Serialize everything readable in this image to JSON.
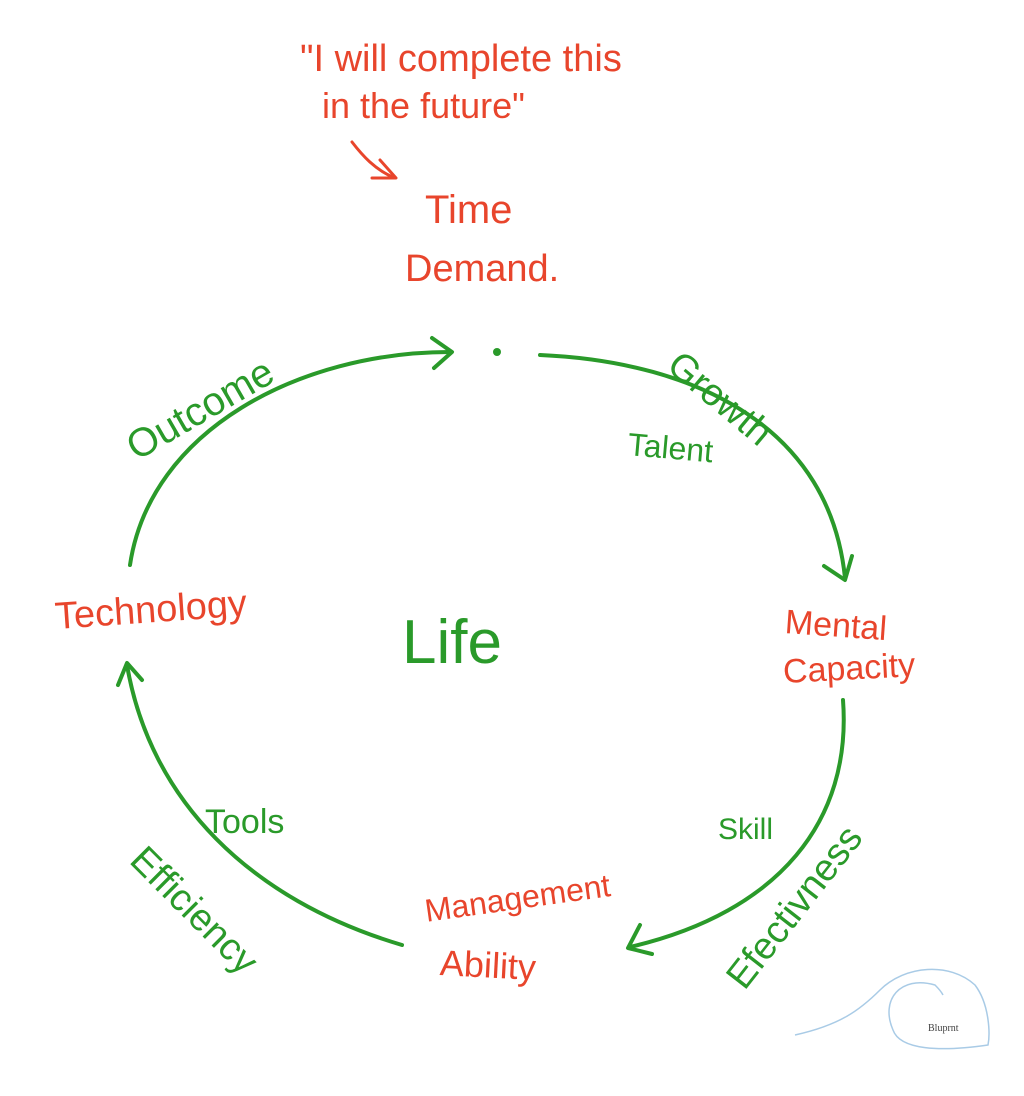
{
  "colors": {
    "red": "#e8452c",
    "green": "#2a9a2a",
    "logo": "#a9cbe6"
  },
  "note": {
    "line1": "\"I will complete this",
    "line2": "in the future\""
  },
  "nodes": {
    "top": {
      "line1": "Time",
      "line2": "Demand."
    },
    "right": {
      "line1": "Mental",
      "line2": "Capacity"
    },
    "bottom": {
      "line1": "Management",
      "line2": "Ability"
    },
    "left": "Technology"
  },
  "center": "Life",
  "edges": {
    "top_left": "Outcome",
    "top_right_outer": "Growth",
    "top_right_inner": "Talent",
    "bottom_right_inner": "Skill",
    "bottom_right_outer": "Efectivness",
    "bottom_left_inner": "Tools",
    "bottom_left_outer": "Efficiency"
  },
  "logo": "Bluprnt"
}
